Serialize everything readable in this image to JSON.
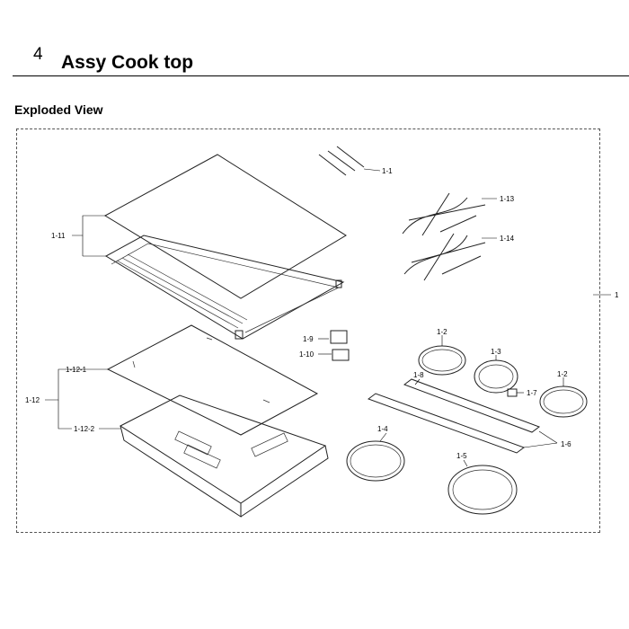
{
  "header": {
    "section_number": "4",
    "title": "Assy Cook top",
    "subtitle": "Exploded View"
  },
  "callouts": [
    {
      "id": "c1",
      "text": "1"
    },
    {
      "id": "c1-1",
      "text": "1-1"
    },
    {
      "id": "c1-2a",
      "text": "1-2"
    },
    {
      "id": "c1-2b",
      "text": "1-2"
    },
    {
      "id": "c1-3",
      "text": "1-3"
    },
    {
      "id": "c1-4",
      "text": "1-4"
    },
    {
      "id": "c1-5",
      "text": "1-5"
    },
    {
      "id": "c1-6",
      "text": "1-6"
    },
    {
      "id": "c1-7",
      "text": "1-7"
    },
    {
      "id": "c1-8",
      "text": "1-8"
    },
    {
      "id": "c1-9",
      "text": "1-9"
    },
    {
      "id": "c1-10",
      "text": "1-10"
    },
    {
      "id": "c1-11",
      "text": "1-11"
    },
    {
      "id": "c1-12",
      "text": "1-12"
    },
    {
      "id": "c1-12-1",
      "text": "1-12-1"
    },
    {
      "id": "c1-12-2",
      "text": "1-12-2"
    },
    {
      "id": "c1-13",
      "text": "1-13"
    },
    {
      "id": "c1-14",
      "text": "1-14"
    }
  ]
}
